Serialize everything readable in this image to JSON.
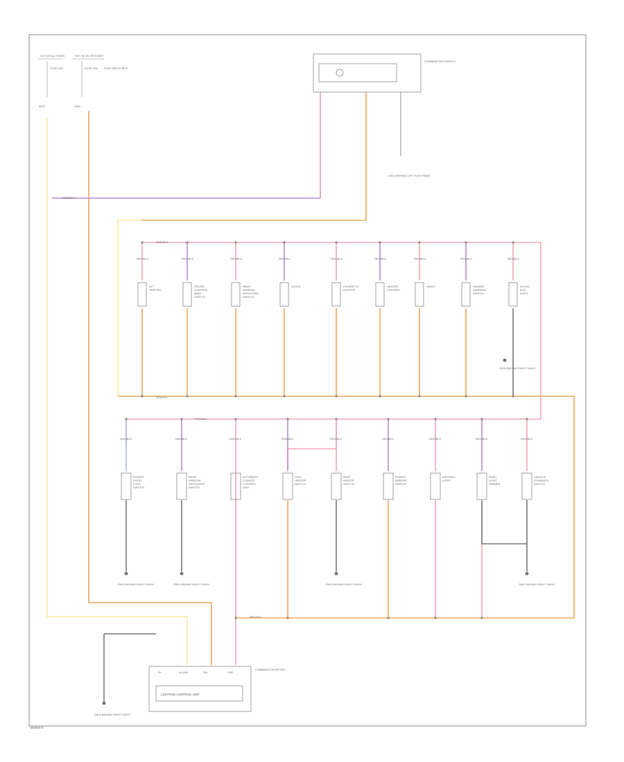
{
  "colors": {
    "pink": "#f2a6b6",
    "orange": "#f5a55a",
    "yellow": "#f8eaa0",
    "purple": "#b889d8",
    "blue": "#aab4f0",
    "gray": "#777777",
    "border": "#888888"
  },
  "footer": {
    "code": "W0003-0"
  },
  "top_left": {
    "hot_a": "HOT AT ALL TIMES",
    "hot_b": "HOT IN ON OR START",
    "fuse_a": "FUSE 15A",
    "fuse_b": "FUSE 10A",
    "fuse_note": "FUSE RELAY BOX",
    "wire_a": "WHT",
    "wire_b": "ORN"
  },
  "combination_switch": {
    "label": "COMBINATION SWITCH",
    "ground": "G401 BEHIND LEFT KICK PANEL"
  },
  "dimmer": {
    "label": "ILLUMI",
    "ground": "G501 BEHIND RIGHT DASH"
  },
  "switches_top": [
    {
      "wire": "RED/BLK",
      "label": "A/T SHIFTER"
    },
    {
      "wire": "RED/BLK",
      "label": "CRUISE CONTROL MAIN SWITCH"
    },
    {
      "wire": "RED/BLK",
      "label": "REAR WINDOW DEFOGGER SWITCH"
    },
    {
      "wire": "RED/BLK",
      "label": "CLOCK"
    },
    {
      "wire": "RED/BLK",
      "label": "CIGARETTE LIGHTER"
    },
    {
      "wire": "RED/BLK",
      "label": "HEATER CONTROL"
    },
    {
      "wire": "RED/BLK",
      "label": "RADIO"
    },
    {
      "wire": "RED/BLK",
      "label": "HAZARD WARNING SWITCH"
    },
    {
      "wire": "RED/BLK",
      "label": "GLOVE BOX LIGHT"
    }
  ],
  "switches_bottom": [
    {
      "wire": "RED/BLK",
      "label": "POWER DOOR LOCK SWITCH"
    },
    {
      "wire": "RED/BLK",
      "label": "REAR WINDOW DEFOGGER SWITCH"
    },
    {
      "wire": "RED/BLK",
      "label": "AUTOMATIC CLIMATE CONTROL UNIT"
    },
    {
      "wire": "RED/BLK",
      "label": "SEAT HEATER SWITCH"
    },
    {
      "wire": "RED/BLK",
      "label": "SEAT HEATER SWITCH"
    },
    {
      "wire": "RED/BLK",
      "label": "POWER MIRROR SWITCH"
    },
    {
      "wire": "RED/BLK",
      "label": "ASHTRAY LIGHT"
    },
    {
      "wire": "RED/BLK",
      "label": "DASH LIGHT DIMMER"
    },
    {
      "wire": "RED/BLK",
      "label": "VEHICLE DYNAMICS SWITCH"
    }
  ],
  "grounds_bottom": [
    "G501 BEHIND RIGHT DASH",
    "G501 BEHIND RIGHT DASH",
    "G501 BEHIND RIGHT DASH",
    "G501 BEHIND RIGHT DASH"
  ],
  "bus_labels": {
    "pink_top": "RED/BLK",
    "orange_mid": "RED/YEL",
    "pink_mid": "RED/BLK",
    "orange_bot": "RED/YEL",
    "purple": "RED/BLU"
  },
  "unit": {
    "title": "LIGHTING CONTROL UNIT",
    "pins": [
      "B+",
      "ILLUMI",
      "TAIL",
      "GND"
    ],
    "note": "COMBINATION METER",
    "ground": "G501 BEHIND RIGHT DASH"
  }
}
